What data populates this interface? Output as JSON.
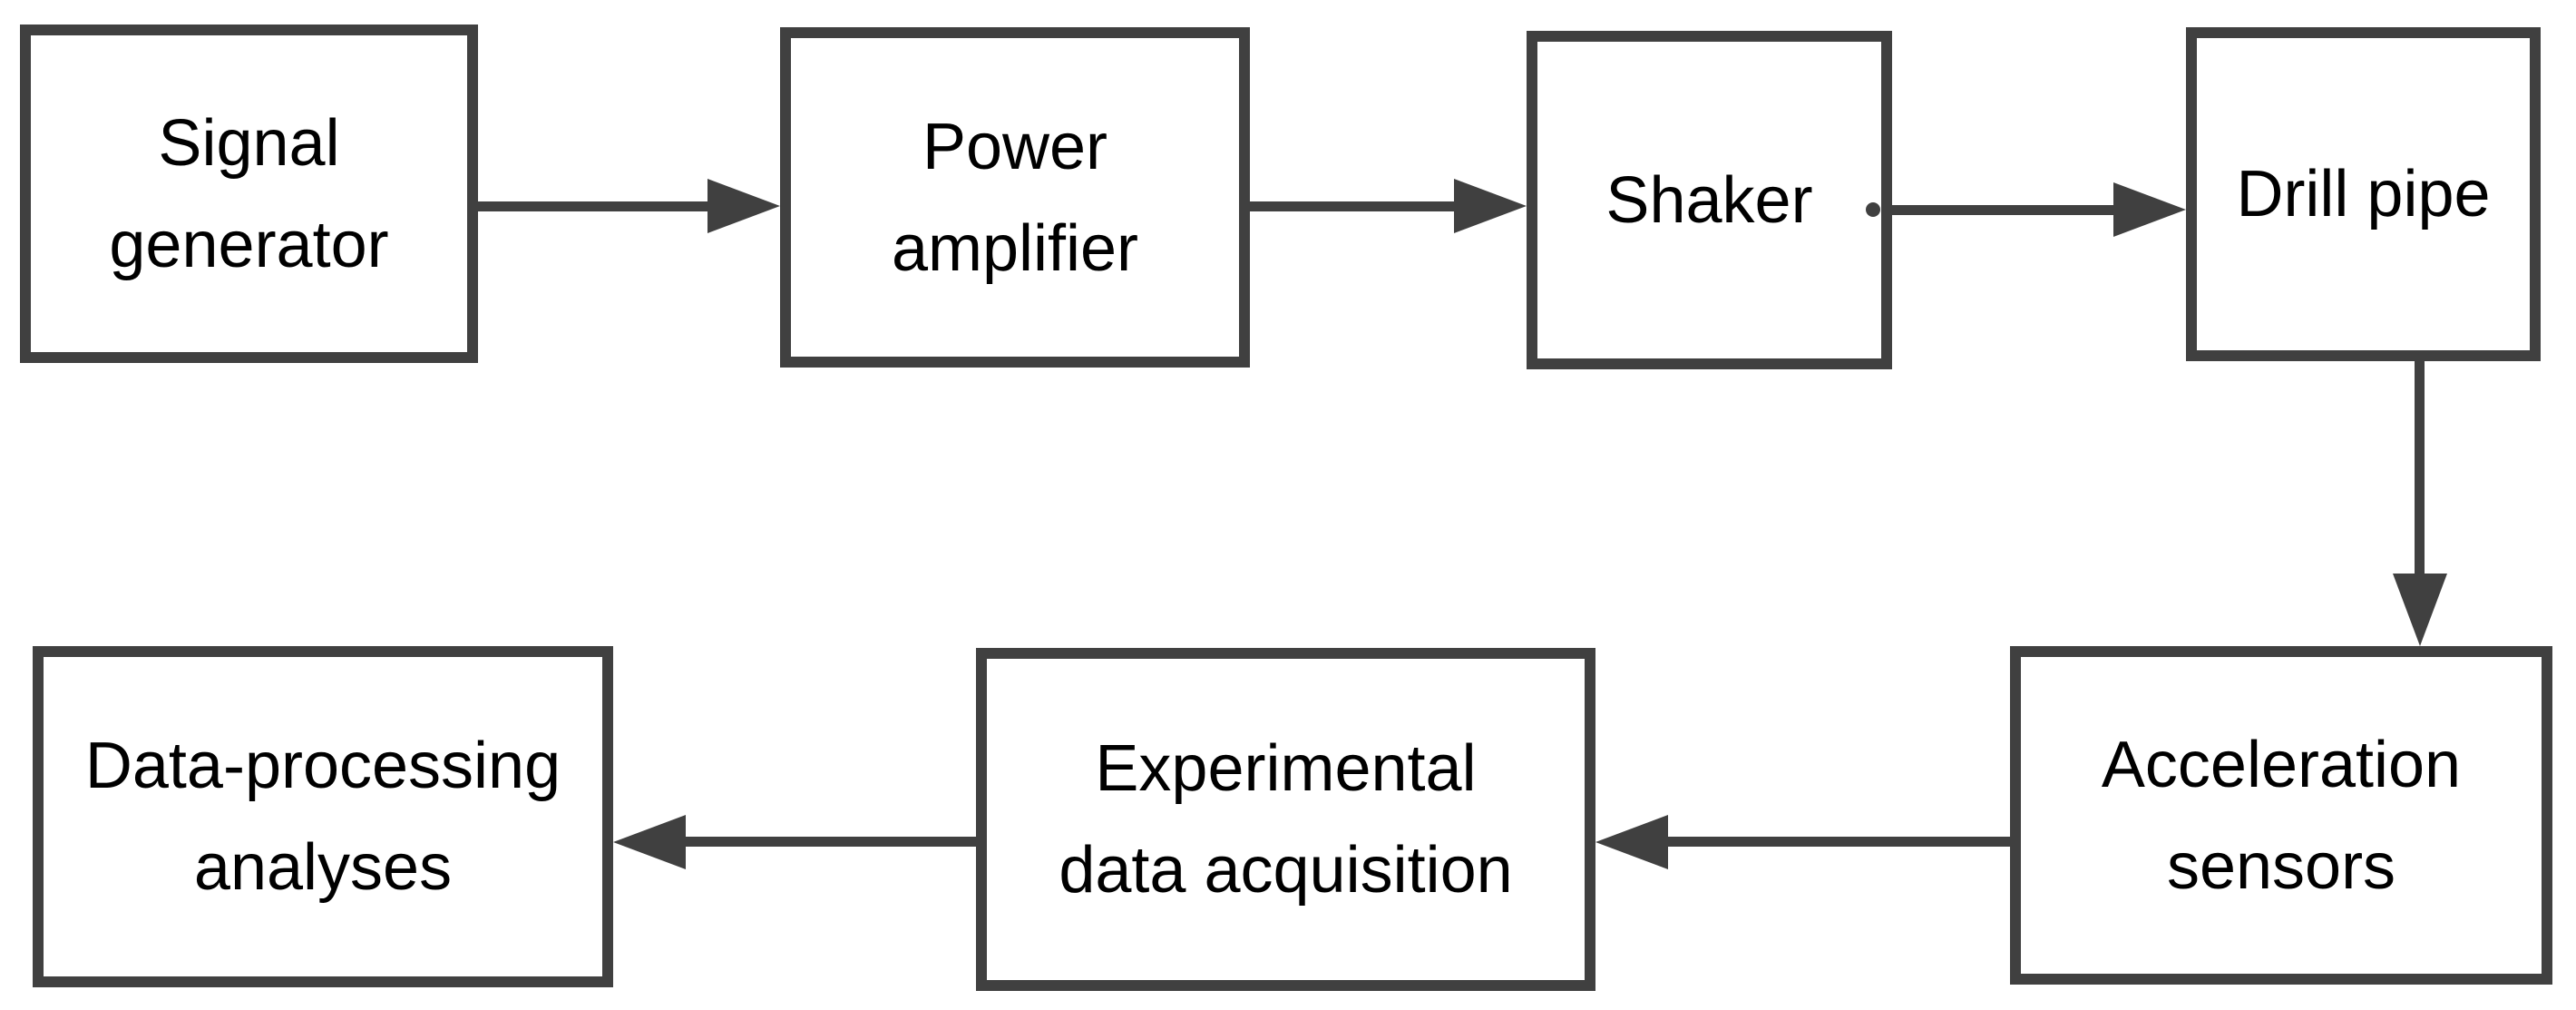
{
  "diagram": {
    "title": "Experimental setup flowchart",
    "background_color": "#ffffff",
    "stroke_color": "#404040",
    "text_color": "#000000",
    "boxes": [
      {
        "id": "signal-generator",
        "label": "Signal\ngenerator"
      },
      {
        "id": "power-amplifier",
        "label": "Power\namplifier"
      },
      {
        "id": "shaker",
        "label": "Shaker"
      },
      {
        "id": "drill-pipe",
        "label": "Drill pipe"
      },
      {
        "id": "acceleration-sensors",
        "label": "Acceleration\nsensors"
      },
      {
        "id": "experimental-data-acquisition",
        "label": "Experimental\ndata acquisition"
      },
      {
        "id": "data-processing-analyses",
        "label": "Data-processing\nanalyses"
      }
    ],
    "connections": [
      {
        "from": "Signal generator",
        "to": "Power amplifier",
        "direction": "right"
      },
      {
        "from": "Power amplifier",
        "to": "Shaker",
        "direction": "right"
      },
      {
        "from": "Shaker",
        "to": "Drill pipe",
        "direction": "right",
        "start_dot": true
      },
      {
        "from": "Drill pipe",
        "to": "Acceleration sensors",
        "direction": "down"
      },
      {
        "from": "Acceleration sensors",
        "to": "Experimental data acquisition",
        "direction": "left"
      },
      {
        "from": "Experimental data acquisition",
        "to": "Data-processing analyses",
        "direction": "left"
      }
    ]
  }
}
